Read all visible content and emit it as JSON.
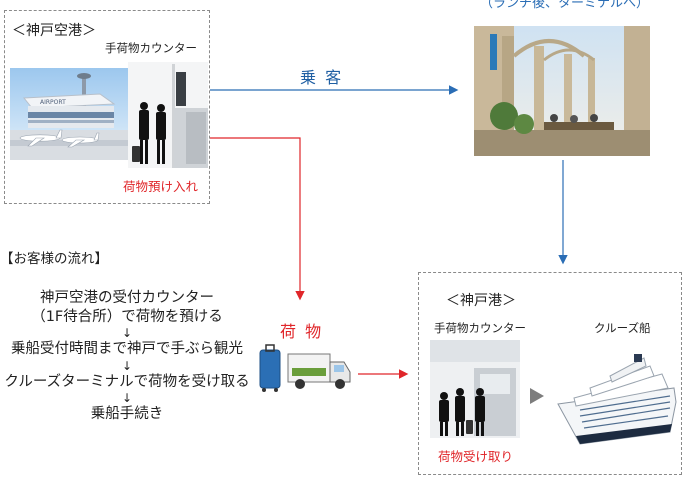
{
  "top_caption": "（ランチ後、ターミナルへ）",
  "airport": {
    "label": "＜神戸空港＞",
    "counter_label": "手荷物カウンター",
    "checkin_label": "荷物預け入れ",
    "sign_text": "AIRPORT"
  },
  "passenger_label": "乗 客",
  "baggage_label": "荷 物",
  "flow": {
    "heading": "【お客様の流れ】",
    "step1_line1": "神戸空港の受付カウンター",
    "step1_line2": "（1F待合所）で荷物を預ける",
    "step2": "乗船受付時間まで神戸で手ぶら観光",
    "step3": "クルーズターミナルで荷物を受け取る",
    "step4": "乗船手続き",
    "arrow": "↓"
  },
  "port": {
    "label": "＜神戸港＞",
    "counter_label": "手荷物カウンター",
    "ship_label": "クルーズ船",
    "pickup_label": "荷物受け取り"
  },
  "colors": {
    "passenger_arrow": "#2a6db5",
    "baggage_arrow": "#e0262a",
    "dash_border": "#8a8a8a"
  }
}
